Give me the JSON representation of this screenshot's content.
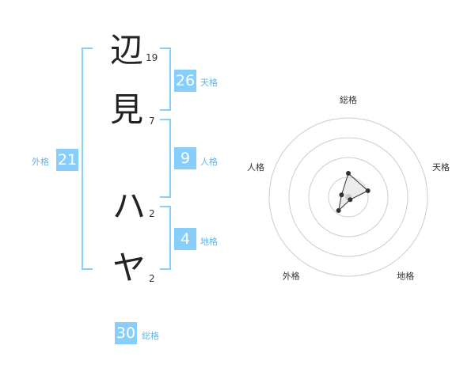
{
  "name": {
    "chars": [
      {
        "char": "辺",
        "strokes": "19"
      },
      {
        "char": "見",
        "strokes": "7"
      },
      {
        "char": "ハ",
        "strokes": "2"
      },
      {
        "char": "ヤ",
        "strokes": "2"
      }
    ]
  },
  "fortune": {
    "tenkaku": {
      "value": "26",
      "label": "天格"
    },
    "jinkaku": {
      "value": "9",
      "label": "人格"
    },
    "chikaku": {
      "value": "4",
      "label": "地格"
    },
    "gaikaku": {
      "value": "21",
      "label": "外格"
    },
    "soukaku": {
      "value": "30",
      "label": "総格"
    }
  },
  "colors": {
    "accent": "#87cefa",
    "accent_text": "#64b5e8"
  },
  "chart_data": {
    "type": "radar",
    "axes": [
      "総格",
      "天格",
      "地格",
      "外格",
      "人格"
    ],
    "values": [
      30,
      26,
      4,
      21,
      9
    ],
    "range": [
      0,
      100
    ],
    "rings": 4,
    "grid": true
  }
}
